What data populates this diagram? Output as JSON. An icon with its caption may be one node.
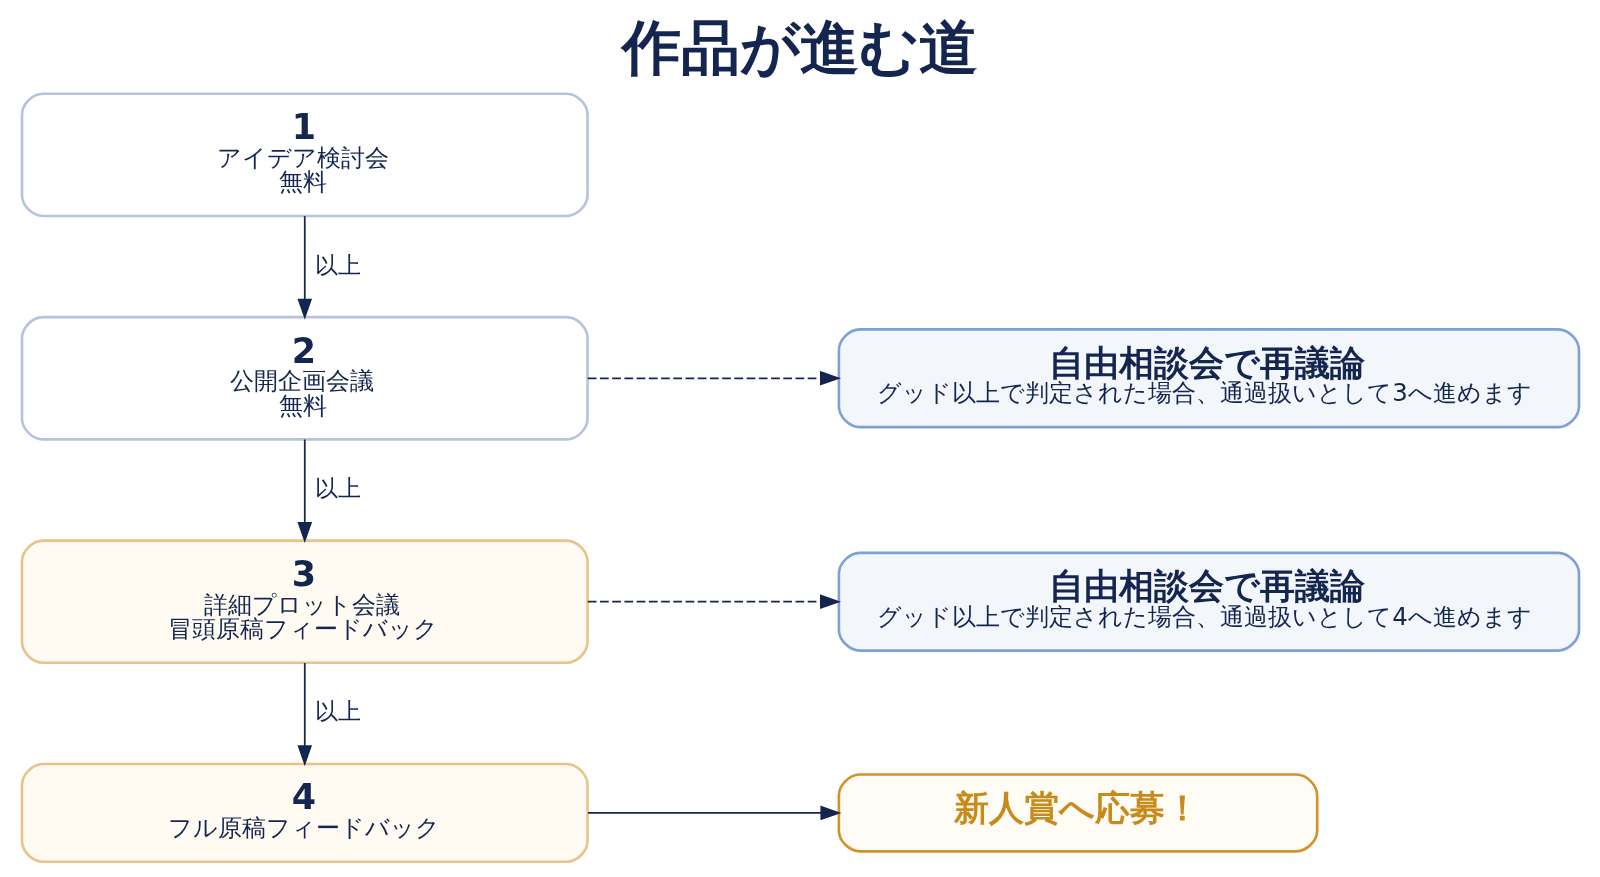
{
  "diagram": {
    "title": "作品が進む道",
    "nodes": [
      {
        "text": [
          "1",
          "アイデア検討会",
          "無料"
        ]
      },
      {
        "text": [
          "2",
          "公開企画会議",
          "無料"
        ]
      },
      {
        "text": [
          "3",
          "詳細プロット会議",
          "冒頭原稿フィードバック"
        ]
      },
      {
        "text": [
          "4",
          "フル原稿フィードバック"
        ]
      },
      {
        "text": [
          "自由相談会で再議論",
          "グッド以上で判定された場合、通過扱いとして3へ進めます"
        ]
      },
      {
        "text": [
          "自由相談会で再議論",
          "グッド以上で判定された場合、通過扱いとして4へ進めます"
        ]
      },
      {
        "text": [
          "新人賞へ応募！"
        ]
      }
    ],
    "edges": [
      {
        "from": 0,
        "to": 1,
        "arrow": "to",
        "label": "以上"
      },
      {
        "from": 1,
        "to": 2,
        "arrow": "to",
        "label": "以上"
      },
      {
        "from": 2,
        "to": 3,
        "arrow": "to",
        "label": "以上"
      },
      {
        "from": 1,
        "to": 4,
        "arrow": "to",
        "style": "dashed"
      },
      {
        "from": 2,
        "to": 5,
        "arrow": "to",
        "style": "dashed"
      },
      {
        "from": 3,
        "to": 6,
        "arrow": "to"
      }
    ]
  }
}
